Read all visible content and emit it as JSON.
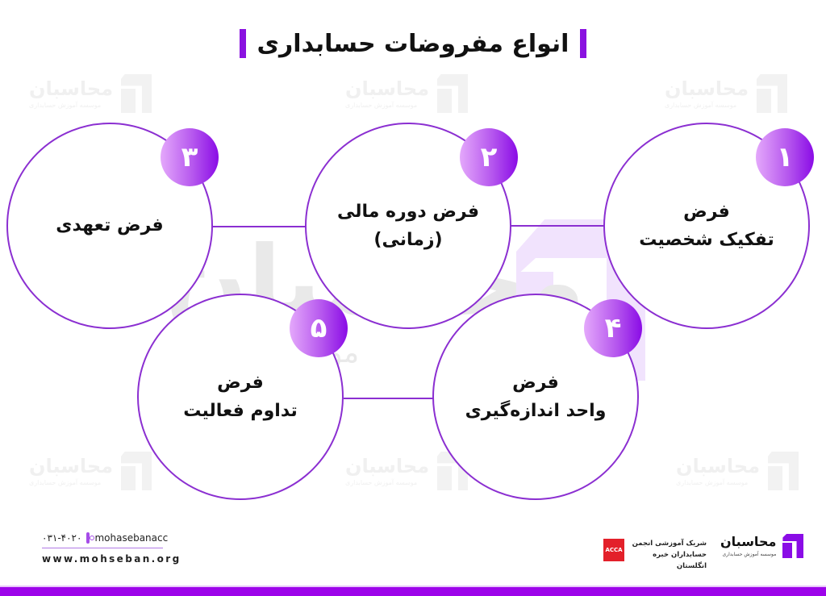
{
  "title": "انواع مفروضات حسابداری",
  "colors": {
    "accent": "#8a12e0",
    "circle_stroke": "#8b2fd1",
    "badge_gradient": [
      "#e4a8fb",
      "#b658ee",
      "#8a0ce6"
    ],
    "bottom_bar": "#9d04ea",
    "acca_red": "#e3202a"
  },
  "assumptions": [
    {
      "number": "۱",
      "line1": "فرض",
      "line2": "تفکیک شخصیت"
    },
    {
      "number": "۲",
      "line1": "فرض دوره مالی",
      "line2": "(زمانی)"
    },
    {
      "number": "۳",
      "line1": "فرض تعهدی",
      "line2": ""
    },
    {
      "number": "۴",
      "line1": "فرض",
      "line2": "واحد اندازه‌گیری"
    },
    {
      "number": "۵",
      "line1": "فرض",
      "line2": "تداوم فعالیت"
    }
  ],
  "watermark": {
    "name": "محاسبان",
    "subtitle": "موسسه آموزش حسابداری"
  },
  "footer": {
    "phone": "۰۳۱-۴۰۲۰",
    "instagram_icon": "instagram-icon",
    "instagram": "mohasebanacc",
    "website": "www.mohseban.org",
    "acca_label": "ACCA",
    "acca_text_line1": "شریک آموزشی انجمن",
    "acca_text_line2": "حسابداران خبره انگلستان",
    "brand_name": "محاسبان",
    "brand_subtitle": "موسسه آموزش حسابداری"
  }
}
